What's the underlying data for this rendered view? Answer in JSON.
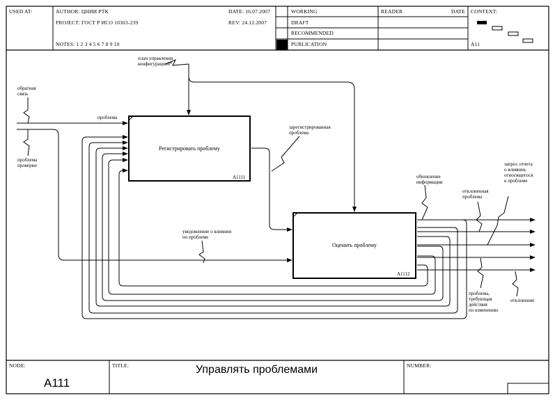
{
  "header": {
    "used_at": "USED AT:",
    "author": "AUTHOR:  ЦНИИ РТК",
    "project": "PROJECT:  ГОСТ Р ИСО 10303-239",
    "notes": "NOTES:  1  2  3  4  5  6  7  8  9  10",
    "date": "DATE:  16.07.2007",
    "rev": "REV:     24.12.2007",
    "status": [
      "WORKING",
      "DRAFT",
      "RECOMMENDED",
      "PUBLICATION"
    ],
    "reader": "READER",
    "reader_date": "DATE",
    "context": "CONTEXT:",
    "context_node": "A11"
  },
  "diagram": {
    "boxes": [
      {
        "title": "Регистрировать проблему",
        "id": "A1111"
      },
      {
        "title": "Оценить проблему",
        "id": "A1112"
      }
    ],
    "labels": {
      "plan": "план управления\nконфигурацией*",
      "feedback": "обратная\nсвязь",
      "problem": "проблема",
      "checked": "проблема\nпроверки",
      "registered": "зарегистрированная\nпроблема",
      "notification": "уведомление о влиянии\nпо проблеме",
      "info_update": "обновление\nинформации",
      "rejected_problem": "отклоненная\nпроблема",
      "impact_report": "запрос отчета\nо влиянии,\nотносящегося\nк проблеме",
      "needs_change": "проблема,\nтребующая\nдействия\nпо изменению",
      "deviation": "отклонение"
    }
  },
  "footer": {
    "node_label": "NODE:",
    "node_value": "A111",
    "title_label": "TITLE:",
    "title_value": "Управлять проблемами",
    "number_label": "NUMBER:"
  }
}
